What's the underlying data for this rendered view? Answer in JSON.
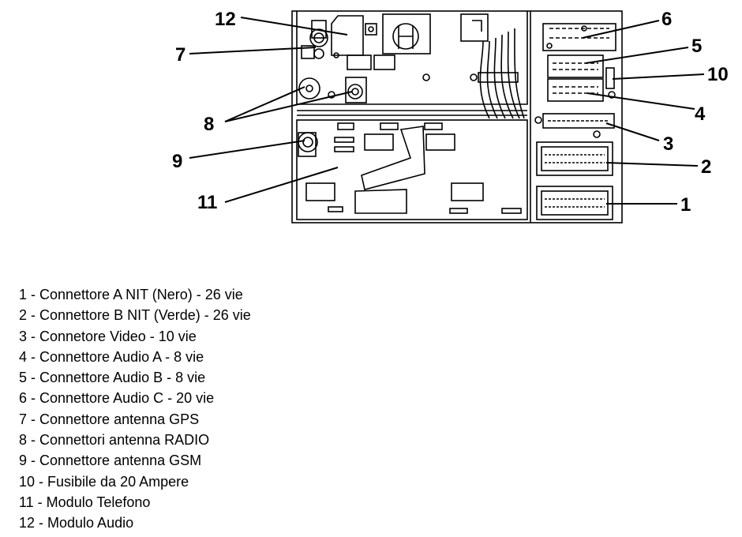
{
  "callouts": [
    "12",
    "7",
    "8",
    "9",
    "11",
    "6",
    "5",
    "10",
    "4",
    "3",
    "2",
    "1"
  ],
  "legend": [
    "1 - Connettore A NIT (Nero) - 26 vie",
    "2 - Connettore B NIT (Verde) - 26 vie",
    "3 - Connetore Video - 10 vie",
    "4 - Connettore Audio A - 8 vie",
    "5 - Connettore Audio B - 8 vie",
    "6 - Connettore Audio C - 20 vie",
    "7 - Connettore antenna GPS",
    "8 - Connettori antenna RADIO",
    "9 - Connettore antenna GSM",
    "10 - Fusibile da 20 Ampere",
    "11 - Modulo Telefono",
    "12 - Modulo Audio"
  ]
}
